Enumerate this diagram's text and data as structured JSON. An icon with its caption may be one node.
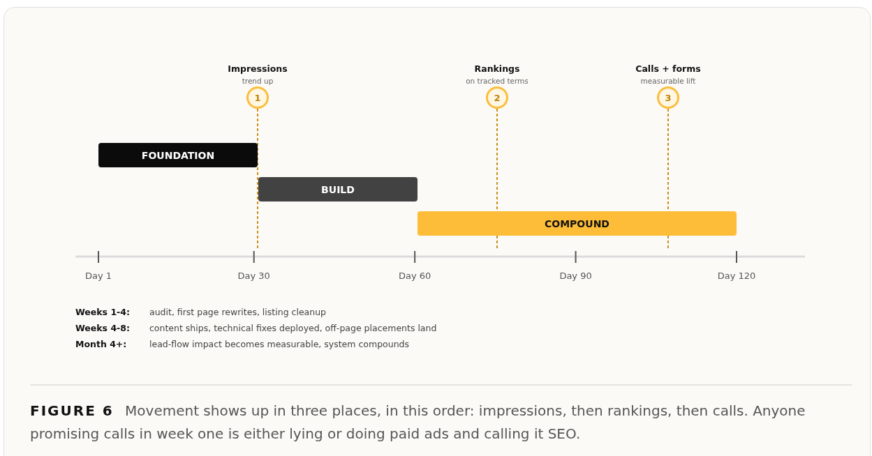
{
  "diagram": {
    "caption": "**FIGURE 6** Movement shows up in three places, in this order: impressions, then rankings, then calls. Anyone promising calls in week one is either lying or doing paid ads and calling it SEO.",
    "nodes": [
      {
        "text": [
          "FOUNDATION"
        ]
      },
      {
        "text": [
          "BUILD"
        ]
      },
      {
        "text": [
          "COMPOUND"
        ]
      },
      {
        "text": [
          "1"
        ],
        "beside": [
          "Impressions",
          "trend up"
        ]
      },
      {
        "text": [
          "2"
        ],
        "beside": [
          "Rankings",
          "on tracked terms"
        ]
      },
      {
        "text": [
          "3"
        ],
        "beside": [
          "Calls + forms",
          "measurable lift"
        ]
      }
    ],
    "edges": [
      {
        "from": 3,
        "to": null,
        "arrow": "none",
        "style": "dashed"
      },
      {
        "from": 4,
        "to": null,
        "arrow": "none",
        "style": "dashed"
      },
      {
        "from": 5,
        "to": null,
        "arrow": "none",
        "style": "dashed"
      }
    ],
    "labels": [
      "Day 1",
      "Day 30",
      "Day 60",
      "Day 90",
      "Day 120",
      "Weeks 1-4:",
      "audit, first page rewrites, listing cleanup",
      "Weeks 4-8:",
      "content ships, technical fixes deployed, off-page placements land",
      "Month 4+:",
      "lead-flow impact becomes measurable, system compounds"
    ]
  }
}
